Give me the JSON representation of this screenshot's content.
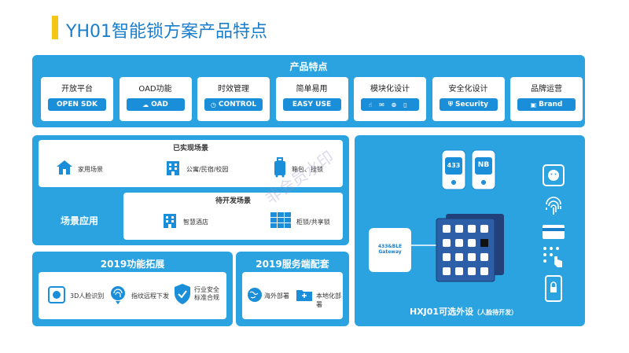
{
  "header": {
    "title": "YH01智能锁方案产品特点"
  },
  "features": {
    "title": "产品特点",
    "cards": [
      {
        "title": "开放平台",
        "badge": "OPEN SDK",
        "icon": "none"
      },
      {
        "title": "OAD功能",
        "badge": "OAD",
        "icon": "cloud-icon"
      },
      {
        "title": "时效管理",
        "badge": "CONTROL",
        "icon": "clock-icon"
      },
      {
        "title": "简单易用",
        "badge": "EASY USE",
        "icon": "none"
      },
      {
        "title": "模块化设计",
        "badge": "",
        "icon": "module-icons"
      },
      {
        "title": "安全化设计",
        "badge": "Security",
        "icon": "shield-icon"
      },
      {
        "title": "品牌运营",
        "badge": "Brand",
        "icon": "bag-icon"
      }
    ]
  },
  "scenes": {
    "side_label": "场景应用",
    "implemented": {
      "title": "已实现场景",
      "items": [
        "家用场景",
        "公寓/民宿/校园",
        "箱包、挂锁"
      ]
    },
    "pending": {
      "title": "待开发场景",
      "items": [
        "智慧酒店",
        "柜锁/共享锁"
      ]
    }
  },
  "peripherals": {
    "title": "HXJ01可选外设",
    "subtitle": "（人脸待开发）",
    "gateway_label": "433&BLE Gateway",
    "module_433": "433",
    "module_nb": "NB"
  },
  "expand2019": {
    "title": "2019功能拓展",
    "items": [
      "3D人脸识别",
      "指纹远程下发",
      "行业安全标准合规"
    ]
  },
  "service2019": {
    "title": "2019服务端配套",
    "items": [
      "海外部署",
      "本地化部署"
    ]
  },
  "watermark": "非会员水印",
  "colors": {
    "panel": "#2aa3e0",
    "accent": "#1a8ed8",
    "title": "#1a7ecb",
    "bar": "#f5c518"
  }
}
